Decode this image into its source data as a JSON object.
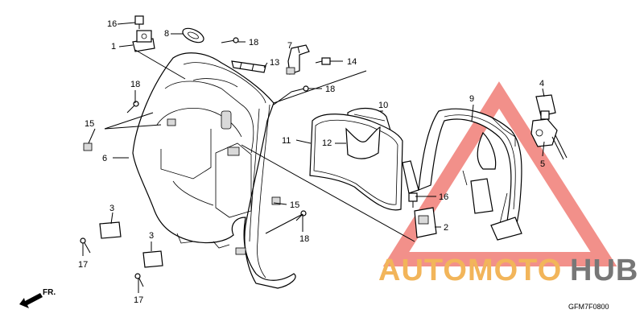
{
  "diagram": {
    "code": "GFM7F0800",
    "direction_label": "FR.",
    "watermark": {
      "part1": "AUTOMOTO",
      "part2": "HUB",
      "accent_color": "#e8342a",
      "text_color": "#f2b55a",
      "hub_color": "#777777"
    },
    "callouts": {
      "c16a": "16",
      "c1": "1",
      "c8": "8",
      "c18a": "18",
      "c13": "13",
      "c7": "7",
      "c14": "14",
      "c18b": "18",
      "c18c": "18",
      "c15a": "15",
      "c6": "6",
      "c10": "10",
      "c11": "11",
      "c12": "12",
      "c9": "9",
      "c4": "4",
      "c5": "5",
      "c16b": "16",
      "c2": "2",
      "c15b": "15",
      "c18d": "18",
      "c3a": "3",
      "c17a": "17",
      "c3b": "3",
      "c17b": "17"
    }
  }
}
